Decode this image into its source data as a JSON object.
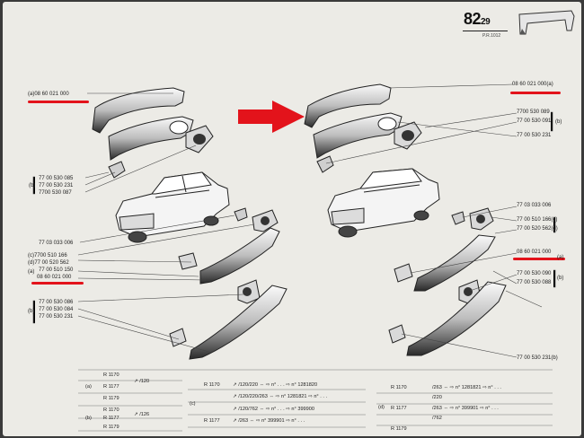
{
  "header": {
    "page_number": "82",
    "page_sub": "29",
    "pr_code": "P.R.1012"
  },
  "callouts_left": {
    "top_a": "(a)08 60 021 000",
    "b1": "77 00 530 085",
    "b_label": "(b)",
    "b2": "77 00 530 231",
    "b3": "7700 530 087",
    "screw": "77 03 033 006",
    "c": "(c)7700 510 166",
    "d": "(d)77 00 520 562",
    "a_label": "(a)",
    "a2": "77 00 510 150",
    "a3": "08 60 021 000",
    "lower_b_label": "(b)",
    "lb1": "77 00 530 086",
    "lb2": "77 00 530 084",
    "lb3": "77 00 530 231"
  },
  "callouts_right": {
    "top": "08 60 021 000(a)",
    "r1": "7700 530 089",
    "r2": "77 00 530 091",
    "r_b": "(b)",
    "r3": "77 00 530 231",
    "screw": "77 03 033 006",
    "c": "77 00 510 166(c)",
    "d": "77 00 520 562(d)",
    "a": "08 60 021 000",
    "a_label": "(a)",
    "b1": "77 00 530 090",
    "b2": "77 00 530 088",
    "b_label": "(b)",
    "bottom": "77 00 530 231(b)"
  },
  "table_left": {
    "rows": [
      {
        "model": "R 1170",
        "label": "",
        "code": ""
      },
      {
        "model": "R 1177",
        "label": "(a)",
        "code": "↗ /120"
      },
      {
        "model": "R 1179",
        "label": "",
        "code": ""
      },
      {
        "model": "R 1170",
        "label": "",
        "code": ""
      },
      {
        "model": "R 1177",
        "label": "(b)",
        "code": "↗ /126"
      },
      {
        "model": "R 1179",
        "label": "",
        "code": ""
      }
    ]
  },
  "table_mid": {
    "label": "(c)",
    "rows": [
      {
        "model": "R 1170",
        "codes": "↗ /120/220  ⇔ ⇨ n° . . .  ⇨ n°  1281820"
      },
      {
        "model": "",
        "codes": "↗ /120/220/263  ⇔ ⇨ n°  1281821  ⇨ n° . . ."
      },
      {
        "model": "",
        "codes": "↗ /120/762  ⇔ ⇨ n° . . .  ⇨ n°  399900"
      },
      {
        "model": "R 1177",
        "codes": "↗ /263  ⇔ ⇨ n°  399901  ⇨ n° . . ."
      }
    ]
  },
  "table_right": {
    "label": "(d)",
    "rows": [
      {
        "model": "R 1170",
        "codes": "/263  ⇔ ⇨ n°  1281821  ⇨ n° . . ."
      },
      {
        "model": "",
        "codes": "/220"
      },
      {
        "model": "R 1177",
        "codes": "/263  ⇔ ⇨ n°  399901  ⇨ n° . . ."
      },
      {
        "model": "",
        "codes": "/762"
      },
      {
        "model": "R 1179",
        "codes": ""
      }
    ]
  }
}
